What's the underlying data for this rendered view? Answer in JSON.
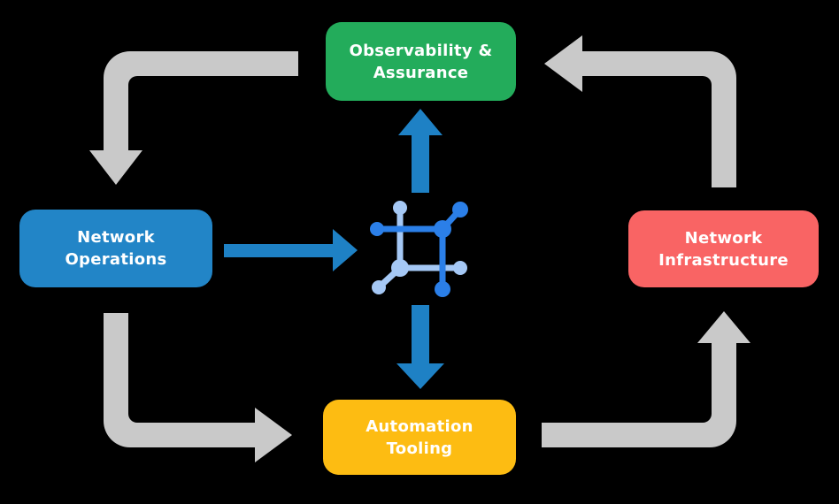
{
  "theme": {
    "background_color": "#000000",
    "label_text_color": "#FFFFFF"
  },
  "nodes": [
    {
      "id": "observability-assurance",
      "label_line1": "Observability &",
      "label_line2": "Assurance",
      "color": "#23AC5B"
    },
    {
      "id": "network-operations",
      "label_line1": "Network",
      "label_line2": "Operations",
      "color": "#2285C7"
    },
    {
      "id": "network-infrastructure",
      "label_line1": "Network",
      "label_line2": "Infrastructure",
      "color": "#F96464"
    },
    {
      "id": "automation-tooling",
      "label_line1": "Automation",
      "label_line2": "Tooling",
      "color": "#FDBC12"
    }
  ],
  "center_icon": {
    "name": "network-automation-mesh-icon",
    "dark_color": "#2B7FE8",
    "light_color": "#A5C8F5"
  },
  "arrows": {
    "gray_color": "#C9C9C9",
    "blue_color": "#1E81C5",
    "gray_flow": [
      {
        "from": "Observability & Assurance",
        "to": "Network Operations"
      },
      {
        "from": "Network Operations",
        "to": "Automation Tooling"
      },
      {
        "from": "Automation Tooling",
        "to": "Network Infrastructure"
      },
      {
        "from": "Network Infrastructure",
        "to": "Observability & Assurance"
      }
    ],
    "blue_flow": [
      {
        "from": "Network Operations",
        "to": "center-icon"
      },
      {
        "from": "center-icon",
        "to": "Observability & Assurance"
      },
      {
        "from": "center-icon",
        "to": "Automation Tooling"
      }
    ]
  }
}
